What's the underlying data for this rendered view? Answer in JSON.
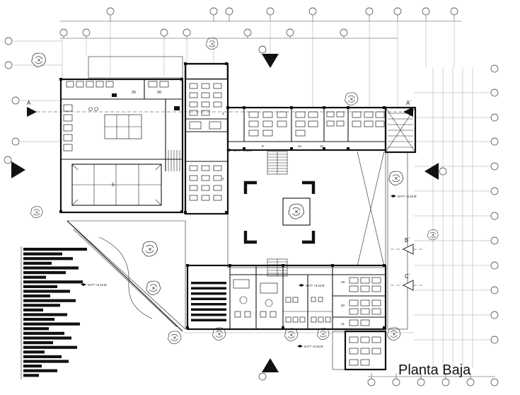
{
  "title": "Planta Baja",
  "npt_label": "N.P.T +0.15 M",
  "sections": {
    "a": "A",
    "a_prime": "A´",
    "b_prime": "B´",
    "c_prime": "C´"
  },
  "rooms": {
    "r25": "25",
    "r26": "26",
    "r5": "5",
    "r3": "3",
    "r4": "4",
    "r9": "9",
    "r24": "24",
    "r10": "10",
    "r19": "19",
    "r20": "20",
    "r21": "21"
  },
  "legend": {
    "bars": [
      90,
      55,
      70,
      40,
      78,
      60,
      32,
      84,
      48,
      66,
      38,
      74,
      52,
      28,
      62,
      44,
      80,
      36,
      58,
      68,
      42,
      76,
      30,
      54,
      64,
      26,
      48,
      22
    ]
  },
  "colors": {
    "ink": "#111111",
    "hatch": "#777777",
    "grid": "#9a9a9a"
  }
}
